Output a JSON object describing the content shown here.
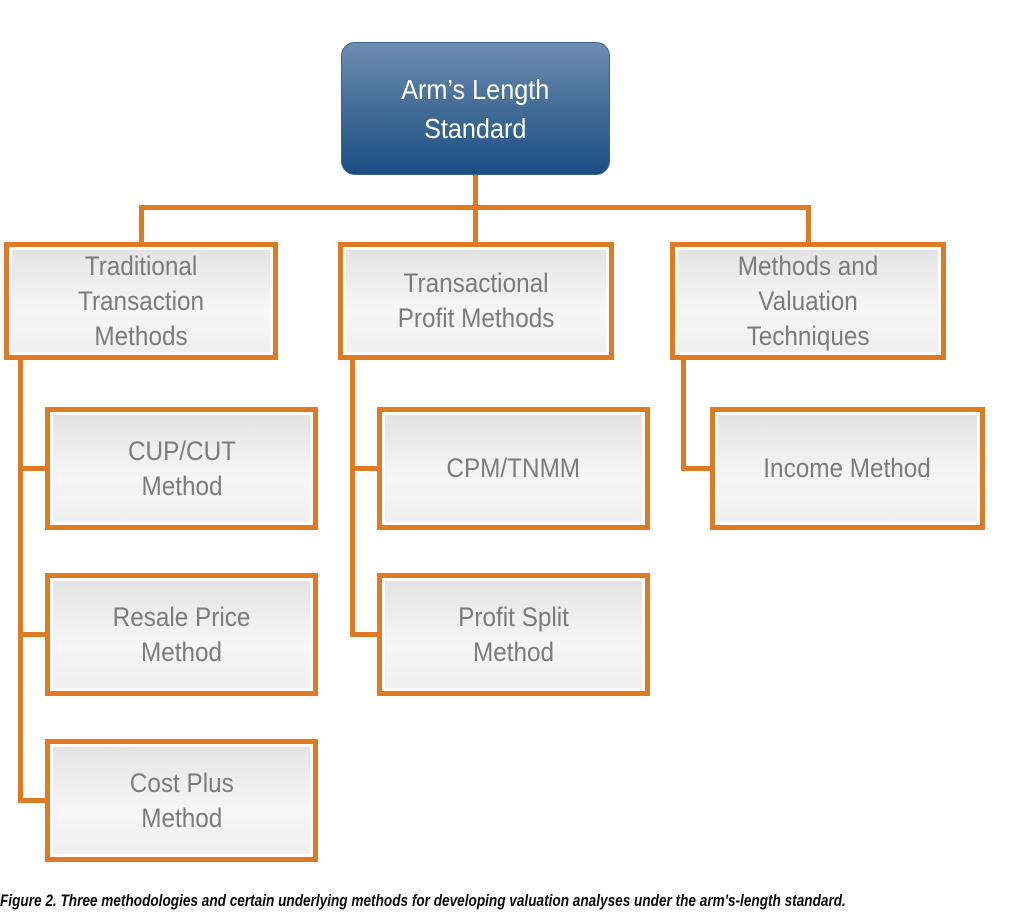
{
  "diagram": {
    "root": {
      "label": "Arm’s Length\nStandard"
    },
    "branches": [
      {
        "label": "Traditional\nTransaction\nMethods",
        "children": [
          {
            "label": "CUP/CUT\nMethod"
          },
          {
            "label": "Resale Price\nMethod"
          },
          {
            "label": "Cost Plus\nMethod"
          }
        ]
      },
      {
        "label": "Transactional\nProfit Methods",
        "children": [
          {
            "label": "CPM/TNMM"
          },
          {
            "label": "Profit Split\nMethod"
          }
        ]
      },
      {
        "label": "Methods and\nValuation\nTechniques",
        "children": [
          {
            "label": "Income Method"
          }
        ]
      }
    ]
  },
  "caption": "Figure 2. Three methodologies and certain underlying methods for developing valuation analyses under the arm's-length standard.",
  "colors": {
    "connector_orange": "#E07A22",
    "node_border_orange": "#E07A22",
    "node_fill_gray_top": "#E3E3E3",
    "node_fill_gray_bottom": "#EFEFEF",
    "node_text_gray": "#7B7B7B",
    "root_gradient_top": "#6E8EB1",
    "root_gradient_bottom": "#1B4E82",
    "root_text": "#FFFFFF",
    "caption_text": "#0A0A0A"
  }
}
